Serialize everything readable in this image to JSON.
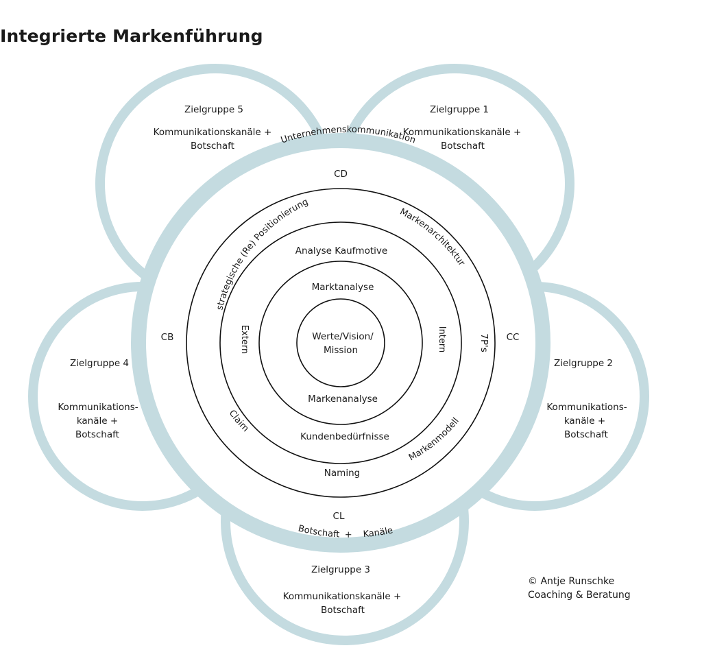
{
  "title": "Integrierte Markenführung",
  "colors": {
    "petal": "#c4dbe0",
    "line": "#111111"
  },
  "groups": {
    "g1": {
      "name": "Zielgruppe 1",
      "line1": "Kommunikationskanäle +",
      "line2": "Botschaft"
    },
    "g2": {
      "name": "Zielgruppe 2",
      "line1": "Kommunikations-",
      "line2": "kanäle +",
      "line3": "Botschaft"
    },
    "g3": {
      "name": "Zielgruppe 3",
      "line1": "Kommunikationskanäle +",
      "line2": "Botschaft"
    },
    "g4": {
      "name": "Zielgruppe 4",
      "line1": "Kommunikations-",
      "line2": "kanäle +",
      "line3": "Botschaft"
    },
    "g5": {
      "name": "Zielgruppe 5",
      "line1": "Kommunikationskanäle +",
      "line2": "Botschaft"
    }
  },
  "band": {
    "top": "Unternehmenskommunikation",
    "bottom_left": "Botschaft",
    "bottom_plus": "+",
    "bottom_right": "Kanäle"
  },
  "corporate": {
    "cd": "CD",
    "cc": "CC",
    "cl": "CL",
    "cb": "CB"
  },
  "ring3": {
    "top_left": "strategische (Re) Positionierung",
    "top_right": "Markenarchitektur",
    "right": "7P's",
    "bottom_right": "Markenmodell",
    "bottom": "Naming",
    "bottom_left": "Claim"
  },
  "ring2": {
    "top": "Analyse Kaufmotive",
    "bottom": "Kundenbedürfnisse",
    "left": "Extern",
    "right": "Intern"
  },
  "ring1": {
    "top": "Marktanalyse",
    "bottom": "Markenanalyse"
  },
  "core": {
    "line1": "Werte/Vision/",
    "line2": "Mission"
  },
  "copyright": {
    "line1": "© Antje Runschke",
    "line2": "Coaching & Beratung"
  }
}
